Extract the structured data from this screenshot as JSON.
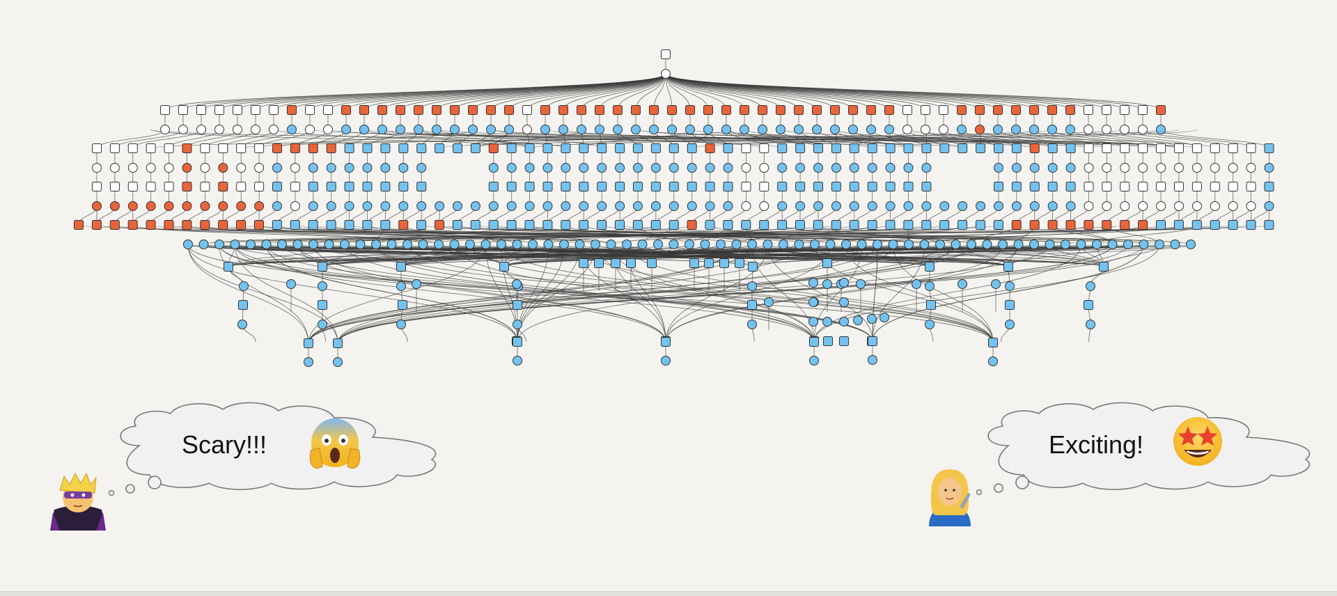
{
  "colors": {
    "background": "#f4f3ef",
    "node_blue": "#74c3ee",
    "node_orange": "#e8643a",
    "node_white": "#ffffff",
    "stroke": "#333333",
    "edge": "#3a3a3a",
    "cloud_fill": "#f1f1f1",
    "cloud_stroke": "#777777"
  },
  "diagram": {
    "kind": "dependency-graph",
    "node_shapes": [
      "square",
      "circle"
    ]
  },
  "left_thought": {
    "text": "Scary!!!",
    "emoji": "face-screaming-in-fear",
    "person": "supervillain-emoji"
  },
  "right_thought": {
    "text": "Exciting!",
    "emoji": "star-struck-face",
    "person": "woman-mechanic-emoji"
  }
}
